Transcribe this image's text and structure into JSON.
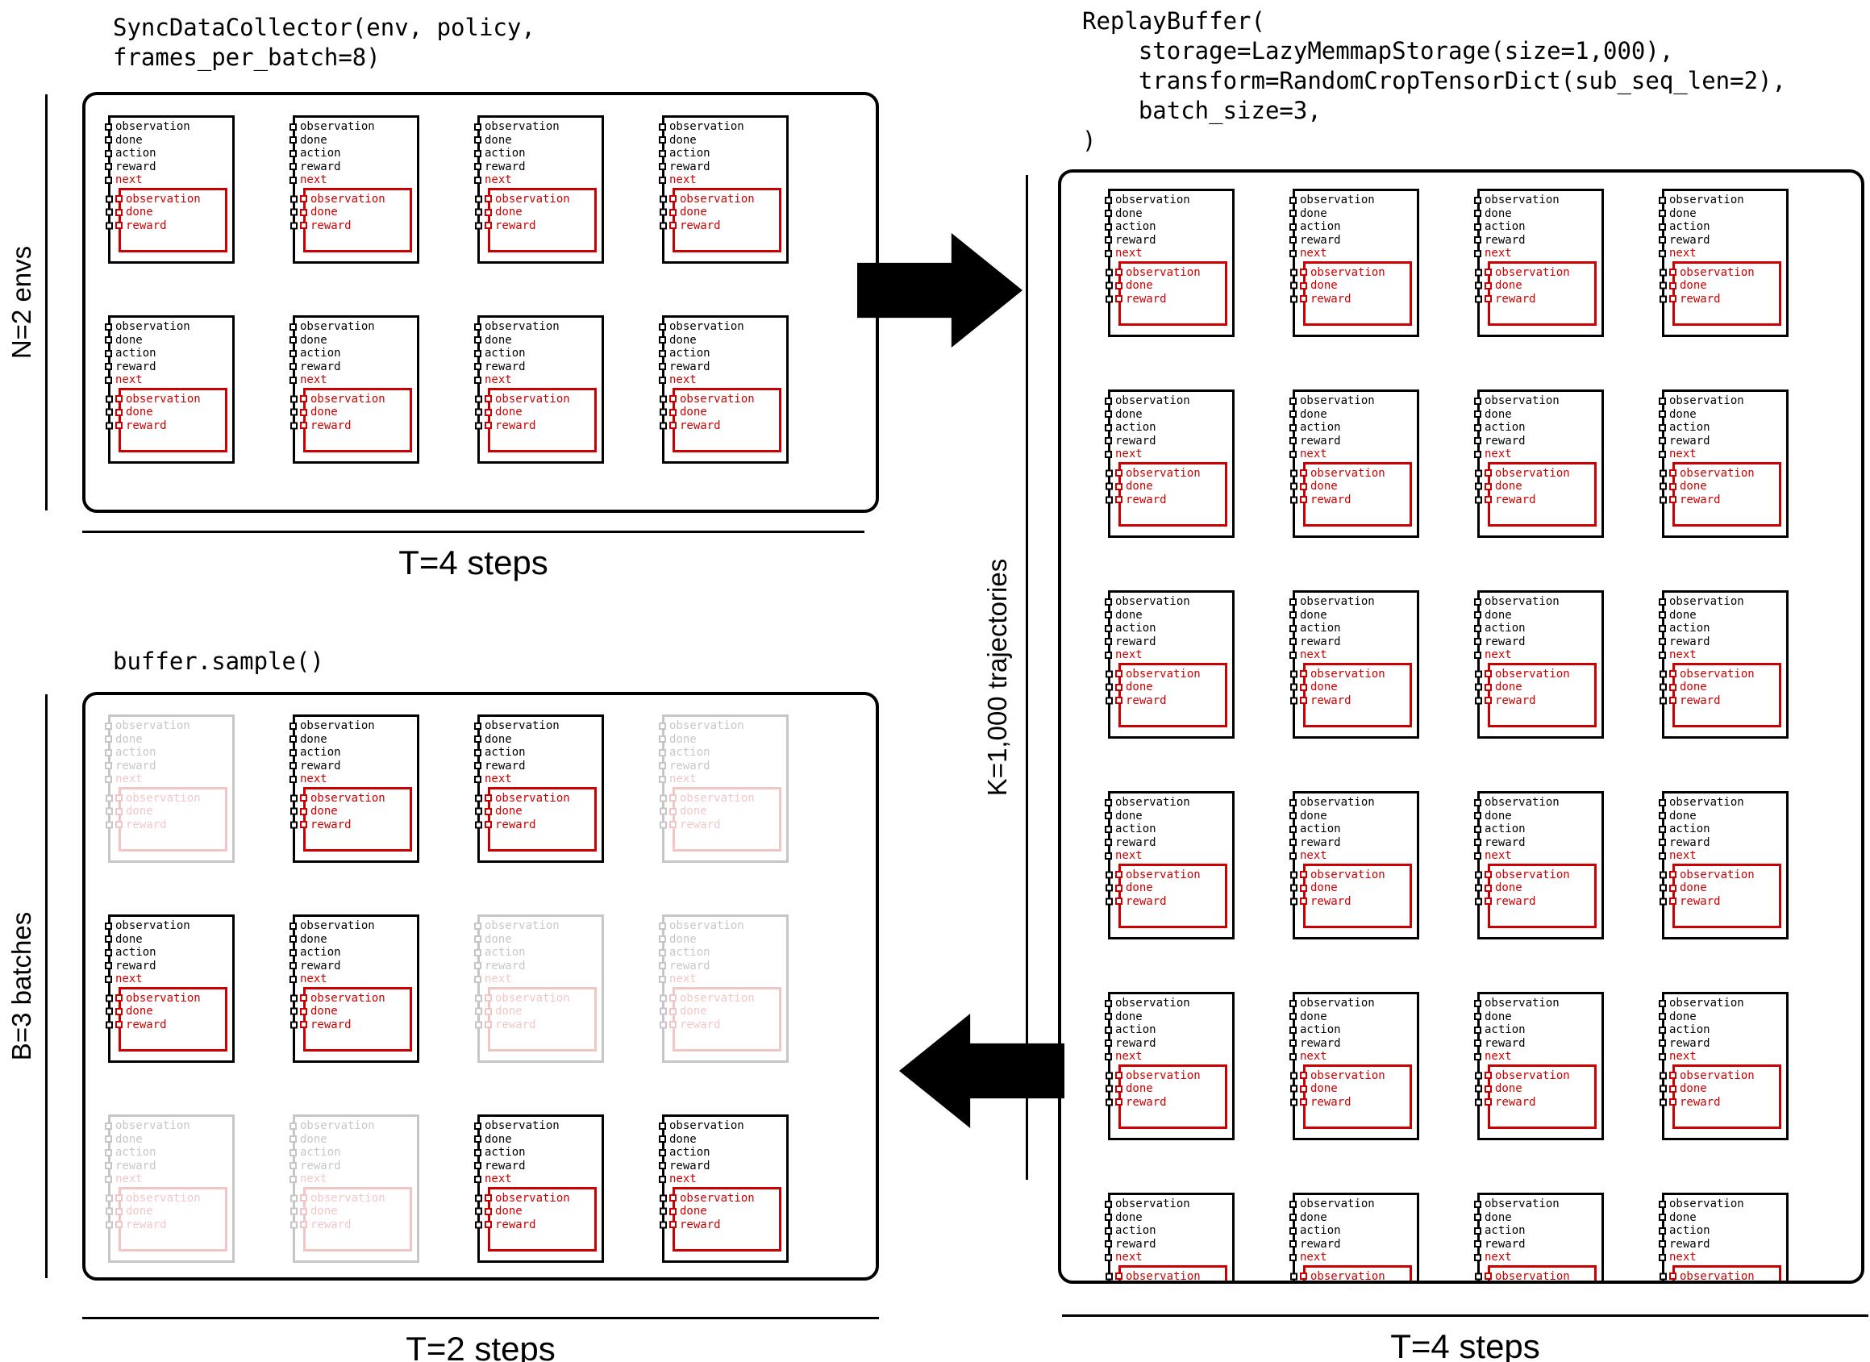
{
  "colors": {
    "red": "#cc0000",
    "black": "#000000",
    "background": "#ffffff",
    "faded_opacity": 0.22
  },
  "icons": {
    "key_handle": "small outlined square on card border",
    "arrow_right": "solid black right-pointing block arrow",
    "arrow_left": "solid black left-pointing block arrow"
  },
  "tensordict": {
    "fields": [
      "observation",
      "done",
      "action",
      "reward"
    ],
    "next_label": "next",
    "nested_fields": [
      "observation",
      "done",
      "reward"
    ]
  },
  "collector": {
    "code": [
      "SyncDataCollector(env, policy,",
      "frames_per_batch=8)"
    ],
    "axis_left": "N=2 envs",
    "axis_bottom": "T=4 steps",
    "rows": 2,
    "cols": 4
  },
  "replay_buffer": {
    "code": [
      "ReplayBuffer(",
      "    storage=LazyMemmapStorage(size=1,000),",
      "    transform=RandomCropTensorDict(sub_seq_len=2),",
      "    batch_size=3,",
      ")"
    ],
    "axis_left": "K=1,000 trajectories",
    "axis_bottom": "T=4 steps",
    "rows": 6,
    "cols": 4
  },
  "sample": {
    "code": [
      "buffer.sample()"
    ],
    "axis_left": "B=3 batches",
    "axis_bottom": "T=2 steps",
    "rows": 3,
    "cols": 4,
    "faded_grid": [
      [
        true,
        false,
        false,
        true
      ],
      [
        false,
        false,
        true,
        true
      ],
      [
        true,
        true,
        false,
        false
      ]
    ]
  }
}
